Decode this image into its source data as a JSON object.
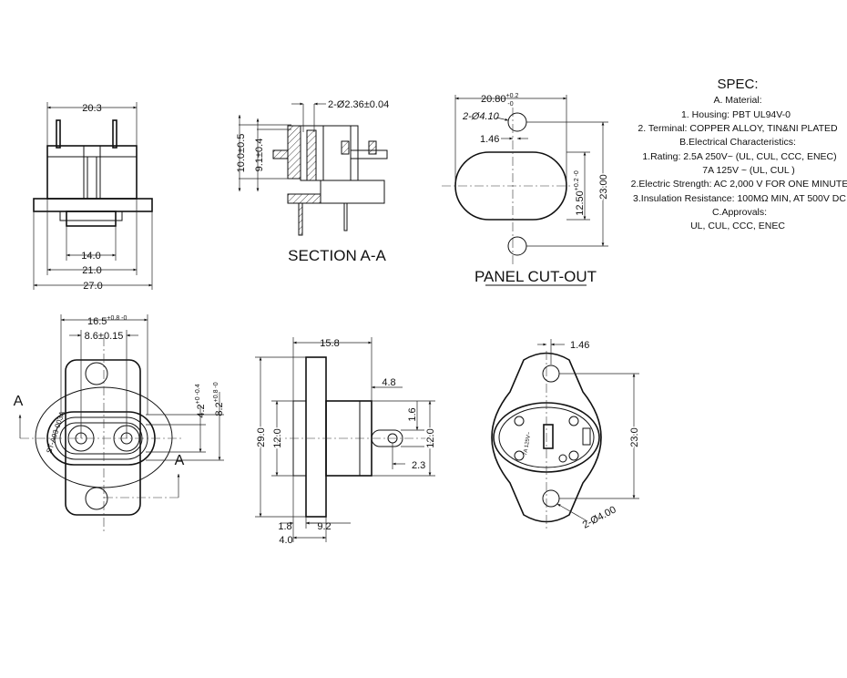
{
  "spec": {
    "title": "SPEC:",
    "lines": [
      "A. Material:",
      "1.  Housing: PBT  UL94V-0",
      "2.  Terminal: COPPER ALLOY, TIN&NI PLATED",
      "B.Electrical Characteristics:",
      "1.Rating:  2.5A 250V~   (UL, CUL, CCC, ENEC)",
      "7A 125V ~ (UL, CUL )",
      "2.Electric Strength: AC 2,000 V FOR ONE MINUTE",
      "3.Insulation Resistance: 100MΩ MIN, AT 500V DC",
      "C.Approvals:",
      "UL, CUL, CCC, ENEC"
    ]
  },
  "top_view": {
    "dims": {
      "width_top": "20.3",
      "d14": "14.0",
      "d21": "21.0",
      "d27": "27.0"
    }
  },
  "section": {
    "title": "SECTION A-A",
    "hole": "2-Ø2.36±0.04",
    "h1": "10.0±0.5",
    "h2": "9.1±0.4"
  },
  "cutout": {
    "title": "PANEL CUT-OUT",
    "width": "20.80",
    "width_tol_plus": "+0.2",
    "width_tol_minus": "-0",
    "holes": "2-Ø4.10",
    "offset": "1.46",
    "height": "12.50",
    "height_tol": "+0.2 -0",
    "pitch": "23.00"
  },
  "front_view": {
    "w": "16.5",
    "w_tol": "+0.8 -0",
    "pin_pitch": "8.6±0.15",
    "h1": "4.2",
    "h1_tol": "+0 -0.4",
    "h2": "8.2",
    "h2_tol": "+0.8 -0",
    "section_mark": "A",
    "part_no": "ST-A03-003A"
  },
  "side_view": {
    "d158": "15.8",
    "d48": "4.8",
    "d16": "1.6",
    "d290": "29.0",
    "d120a": "12.0",
    "d120b": "12.0",
    "d23": "2.3",
    "d18": "1.8",
    "d92": "9.2",
    "d40": "4.0"
  },
  "rear_view": {
    "offset": "1.46",
    "pitch": "23.0",
    "holes": "2-Ø4.00",
    "marking": "7A 125V~"
  }
}
